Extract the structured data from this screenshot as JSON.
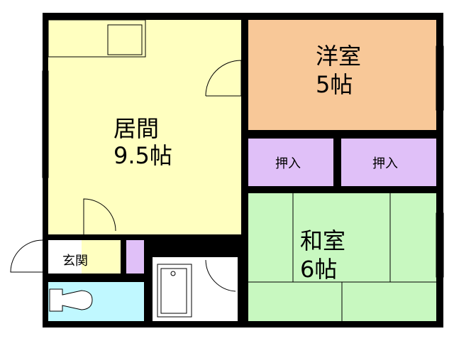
{
  "rooms": {
    "living": {
      "name": "居間",
      "size": "9.5帖"
    },
    "western": {
      "name": "洋室",
      "size": "5帖"
    },
    "closet_left": {
      "name": "押入"
    },
    "closet_right": {
      "name": "押入"
    },
    "japanese": {
      "name": "和室",
      "size": "6帖"
    },
    "entrance": {
      "name": "玄関"
    }
  },
  "colors": {
    "living": "#ffffc0",
    "western": "#f8c898",
    "closet": "#e0c0f8",
    "japanese": "#c8f8c0",
    "toilet": "#c0f8ff",
    "wall": "#000000"
  }
}
